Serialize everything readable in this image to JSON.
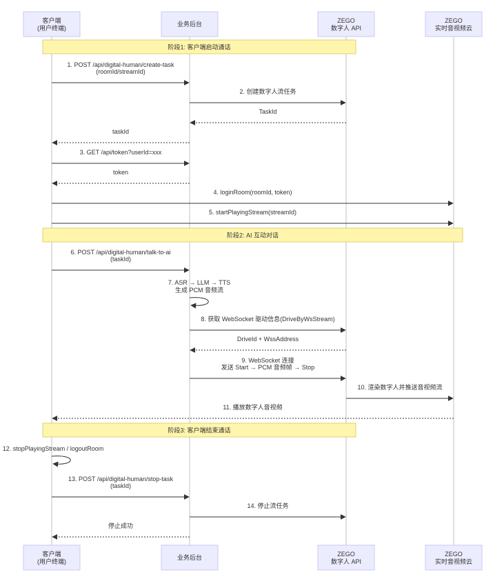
{
  "participants": [
    {
      "id": "client",
      "line1": "客户端",
      "line2": "(用户终端)"
    },
    {
      "id": "backend",
      "line1": "业务后台",
      "line2": ""
    },
    {
      "id": "zego_api",
      "line1": "ZEGO",
      "line2": "数字人 API"
    },
    {
      "id": "zego_rtc",
      "line1": "ZEGO",
      "line2": "实时音视频云"
    }
  ],
  "phases": [
    {
      "label": "阶段1: 客户端启动通话",
      "from": "client",
      "to": "zego_api"
    },
    {
      "label": "阶段2: AI 互动对话",
      "from": "client",
      "to": "zego_rtc"
    },
    {
      "label": "阶段3: 客户端结束通话",
      "from": "client",
      "to": "zego_api"
    }
  ],
  "messages": [
    {
      "from": "client",
      "to": "backend",
      "style": "solid",
      "lines": [
        "1. POST /api/digital-human/create-task",
        "(roomId/streamId)"
      ]
    },
    {
      "from": "backend",
      "to": "zego_api",
      "style": "solid",
      "lines": [
        "2. 创建数字人流任务"
      ]
    },
    {
      "from": "zego_api",
      "to": "backend",
      "style": "dotted",
      "lines": [
        "TaskId"
      ]
    },
    {
      "from": "backend",
      "to": "client",
      "style": "dotted",
      "lines": [
        "taskId"
      ]
    },
    {
      "from": "client",
      "to": "backend",
      "style": "solid",
      "lines": [
        "3. GET /api/token?userId=xxx"
      ]
    },
    {
      "from": "backend",
      "to": "client",
      "style": "dotted",
      "lines": [
        "token"
      ]
    },
    {
      "from": "client",
      "to": "zego_rtc",
      "style": "solid",
      "lines": [
        "4. loginRoom(roomId, token)"
      ]
    },
    {
      "from": "client",
      "to": "zego_rtc",
      "style": "solid",
      "lines": [
        "5. startPlayingStream(streamId)"
      ]
    },
    {
      "from": "client",
      "to": "backend",
      "style": "solid",
      "lines": [
        "6. POST /api/digital-human/talk-to-ai",
        "(taskId)"
      ]
    },
    {
      "from": "backend",
      "to": "backend",
      "style": "self",
      "lines": [
        "7. ASR → LLM → TTS",
        "生成 PCM 音频流"
      ]
    },
    {
      "from": "backend",
      "to": "zego_api",
      "style": "solid",
      "lines": [
        "8. 获取 WebSocket 驱动信息(DriveByWsStream)"
      ]
    },
    {
      "from": "zego_api",
      "to": "backend",
      "style": "dotted",
      "lines": [
        "DriveId + WssAddress"
      ]
    },
    {
      "from": "backend",
      "to": "zego_api",
      "style": "solid",
      "lines": [
        "9. WebSocket 连接",
        "发送 Start → PCM 音频帧 → Stop"
      ]
    },
    {
      "from": "zego_api",
      "to": "zego_rtc",
      "style": "solid",
      "lines": [
        "10. 渲染数字人并推送音视频流"
      ]
    },
    {
      "from": "zego_rtc",
      "to": "client",
      "style": "dotted",
      "lines": [
        "11. 播放数字人音视频"
      ]
    },
    {
      "from": "client",
      "to": "client",
      "style": "self",
      "lines": [
        "12. stopPlayingStream / logoutRoom"
      ]
    },
    {
      "from": "client",
      "to": "backend",
      "style": "solid",
      "lines": [
        "13. POST /api/digital-human/stop-task",
        "(taskId)"
      ]
    },
    {
      "from": "backend",
      "to": "zego_api",
      "style": "solid",
      "lines": [
        "14. 停止流任务"
      ]
    },
    {
      "from": "backend",
      "to": "client",
      "style": "dotted",
      "lines": [
        "停止成功"
      ]
    }
  ],
  "colors": {
    "actor_fill": "#ECECFF",
    "actor_stroke": "#C9C9F5",
    "phase_fill": "#FFF5AD",
    "phase_stroke": "#D6C95B",
    "line": "#333333",
    "lifeline": "#999999",
    "text": "#333333"
  }
}
